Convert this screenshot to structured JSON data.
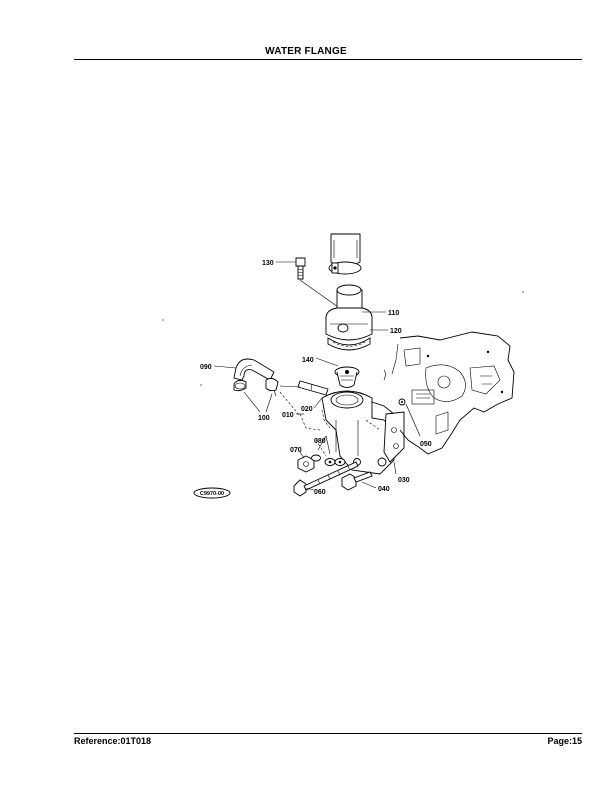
{
  "header": {
    "title": "WATER FLANGE"
  },
  "footer": {
    "reference": "Reference:01T018",
    "page": "Page:15"
  },
  "diagram": {
    "part_labels": {
      "p130": "130",
      "p110": "110",
      "p120": "120",
      "p140": "140",
      "p090": "090",
      "p100": "100",
      "p010": "010",
      "p020": "020",
      "p050": "050",
      "p080": "080",
      "p070": "070",
      "p030": "030",
      "p060": "060",
      "p040": "040"
    },
    "stamp": "C9970-00"
  }
}
